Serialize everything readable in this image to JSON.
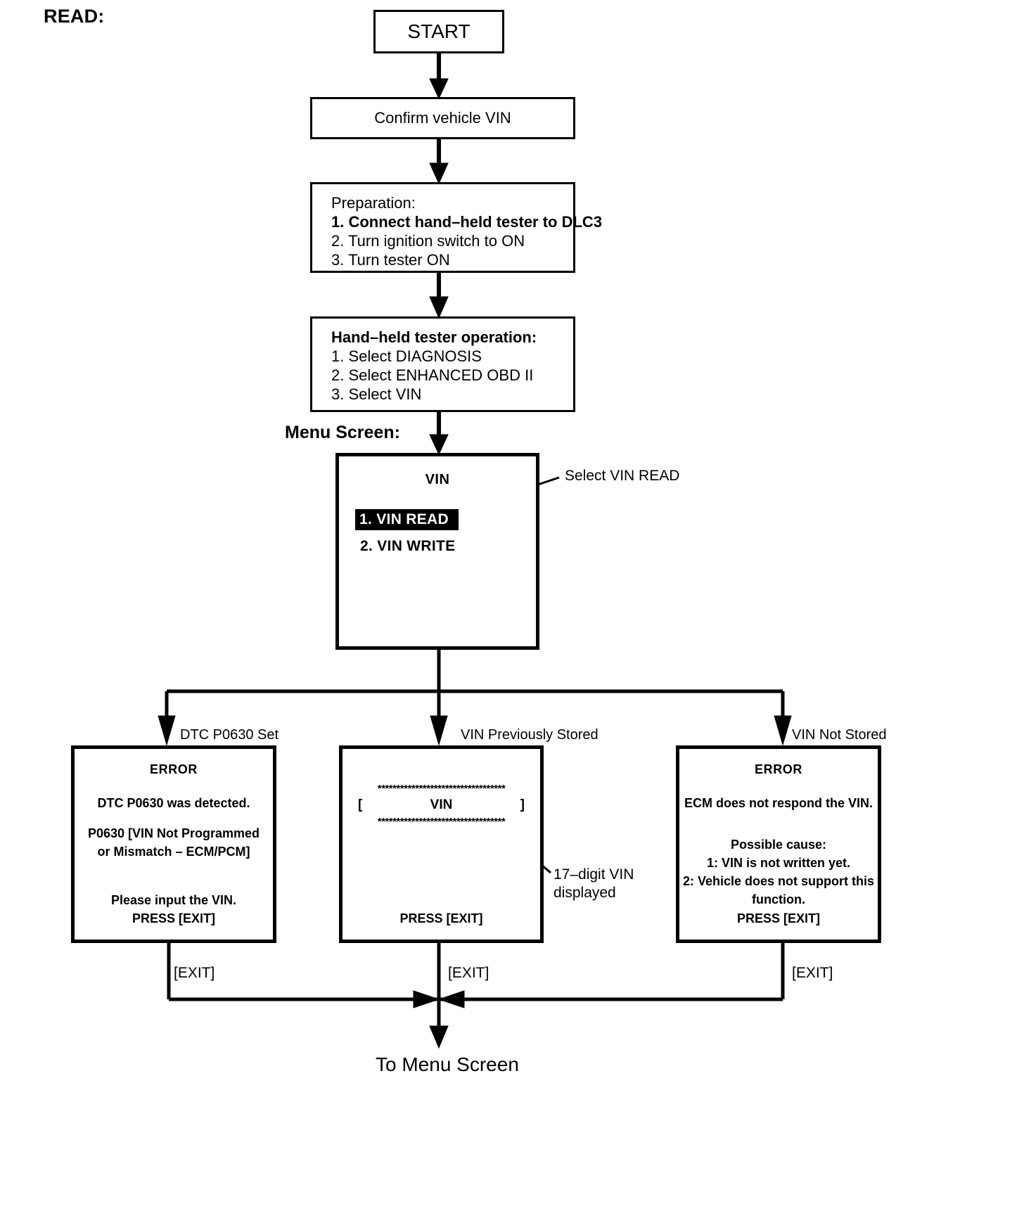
{
  "title": "READ:",
  "flow": {
    "start": "START",
    "confirm": "Confirm vehicle VIN",
    "preparation": {
      "heading": "Preparation:",
      "steps": [
        "1. Connect hand–held tester to DLC3",
        "2. Turn ignition switch to ON",
        "3. Turn tester ON"
      ]
    },
    "tester_operation": {
      "heading": "Hand–held tester operation:",
      "steps": [
        "1. Select DIAGNOSIS",
        "2. Select ENHANCED OBD II",
        "3. Select VIN"
      ]
    },
    "menu_screen_label": "Menu Screen:",
    "menu": {
      "title": "VIN",
      "items": [
        {
          "label": "1. VIN READ",
          "selected": true
        },
        {
          "label": "2. VIN WRITE",
          "selected": false
        }
      ]
    },
    "callouts": {
      "select_vin_read": "Select VIN READ",
      "vin_digits_line1": "17–digit VIN",
      "vin_digits_line2": "displayed"
    },
    "branches": [
      {
        "label": "DTC P0630 Set"
      },
      {
        "label": "VIN Previously Stored"
      },
      {
        "label": "VIN Not Stored"
      }
    ],
    "screens": {
      "error_dtc": {
        "title": "ERROR",
        "line1": "DTC P0630 was detected.",
        "line2": "P0630  [VIN Not Programmed",
        "line3": "or Mismatch – ECM/PCM]",
        "line4": "Please input the VIN.",
        "footer": "PRESS [EXIT]"
      },
      "vin_stored": {
        "stars": "**********************************",
        "bracket_open": "[",
        "vin_label": "VIN",
        "bracket_close": "]",
        "footer": "PRESS [EXIT]"
      },
      "error_no_vin": {
        "title": "ERROR",
        "line1": "ECM does not respond the VIN.",
        "line2": "Possible cause:",
        "line3": "1: VIN is not written yet.",
        "line4": "2: Vehicle does not support this",
        "line5": "function.",
        "footer": "PRESS [EXIT]"
      }
    },
    "exit_labels": [
      "[EXIT]",
      "[EXIT]",
      "[EXIT]"
    ],
    "to_menu_screen": "To Menu Screen"
  },
  "colors": {
    "line": "#000000",
    "background": "#ffffff",
    "highlight_bg": "#000000",
    "highlight_fg": "#ffffff"
  }
}
